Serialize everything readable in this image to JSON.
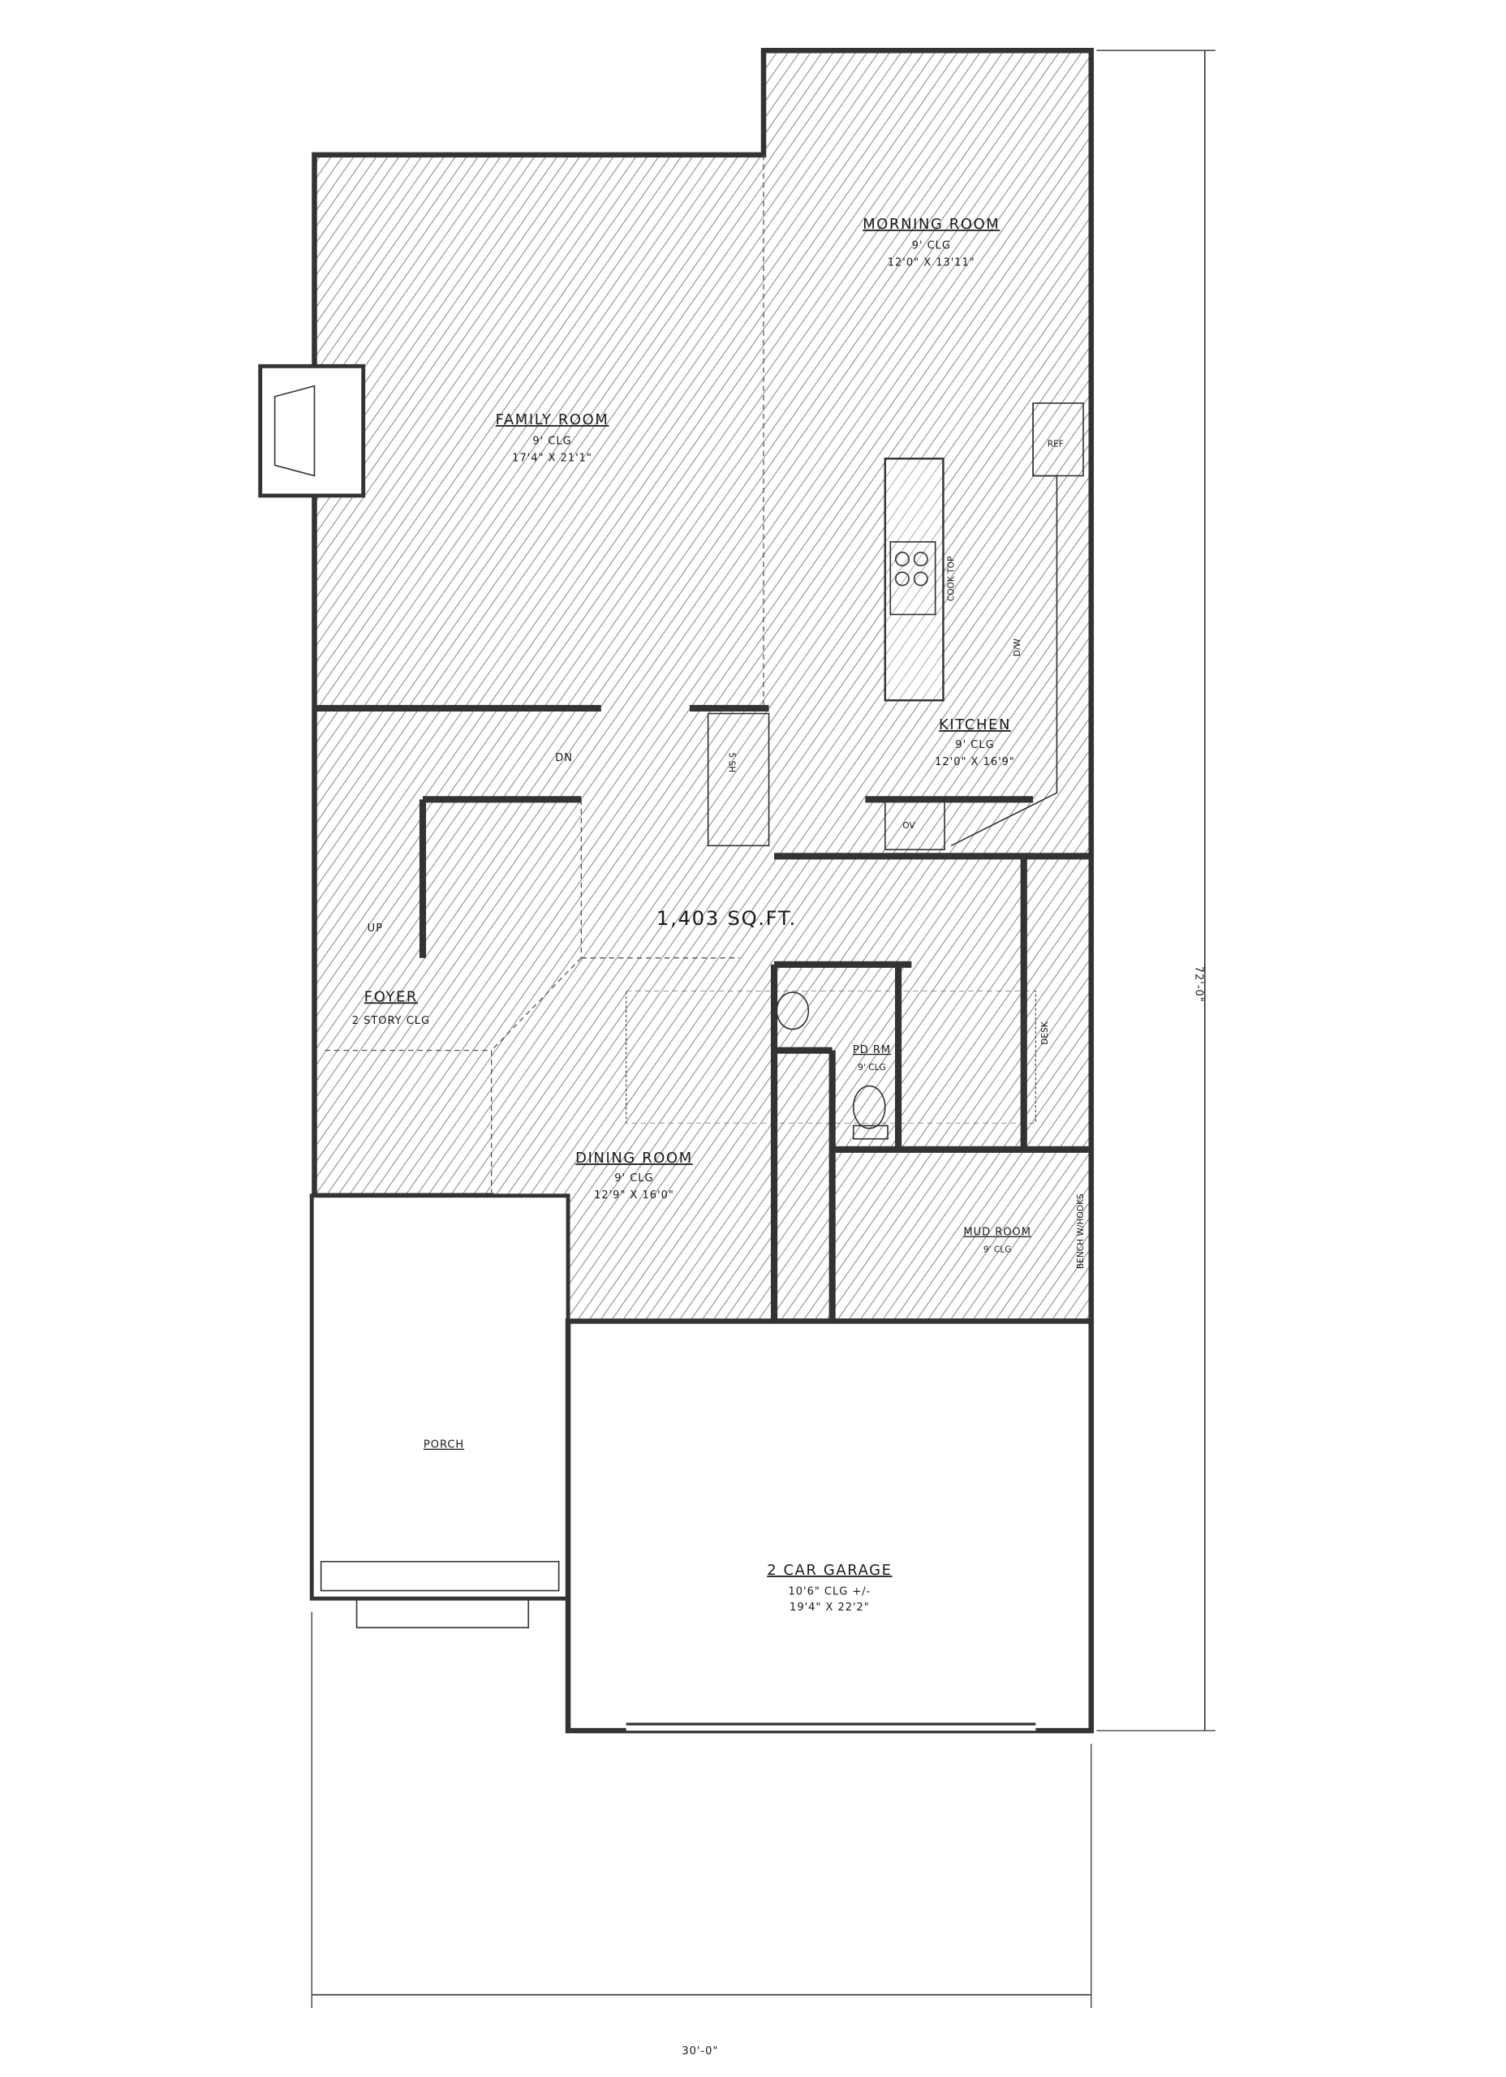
{
  "rooms": {
    "morning_room": {
      "name": "MORNING ROOM",
      "ceiling": "9' CLG",
      "size": "12'0\" X 13'11\""
    },
    "family_room": {
      "name": "FAMILY ROOM",
      "ceiling": "9' CLG",
      "size": "17'4\" X 21'1\""
    },
    "kitchen": {
      "name": "KITCHEN",
      "ceiling": "9' CLG",
      "size": "12'0\" X 16'9\""
    },
    "foyer": {
      "name": "FOYER",
      "ceiling": "2 STORY CLG"
    },
    "pd_rm": {
      "name": "PD RM",
      "ceiling": "9' CLG"
    },
    "dining_room": {
      "name": "DINING ROOM",
      "ceiling": "9' CLG",
      "size": "12'9\" X 16'0\""
    },
    "mud_room": {
      "name": "MUD ROOM",
      "ceiling": "9' CLG"
    },
    "porch": {
      "name": "PORCH"
    },
    "garage": {
      "name": "2 CAR GARAGE",
      "ceiling": "10'6\" CLG +/-",
      "size": "19'4\" X 22'2\""
    }
  },
  "area": "1,403 SQ.FT.",
  "fixtures": {
    "ref": "REF",
    "cook_top": "COOK TOP",
    "dw": "D/W",
    "ov": "OV",
    "desk": "DESK",
    "bench": "BENCH W/HOOKS",
    "shelves": "5 SH",
    "up": "UP",
    "dn": "DN"
  },
  "dimensions": {
    "depth": "72'-0\"",
    "width": "30'-0\""
  }
}
